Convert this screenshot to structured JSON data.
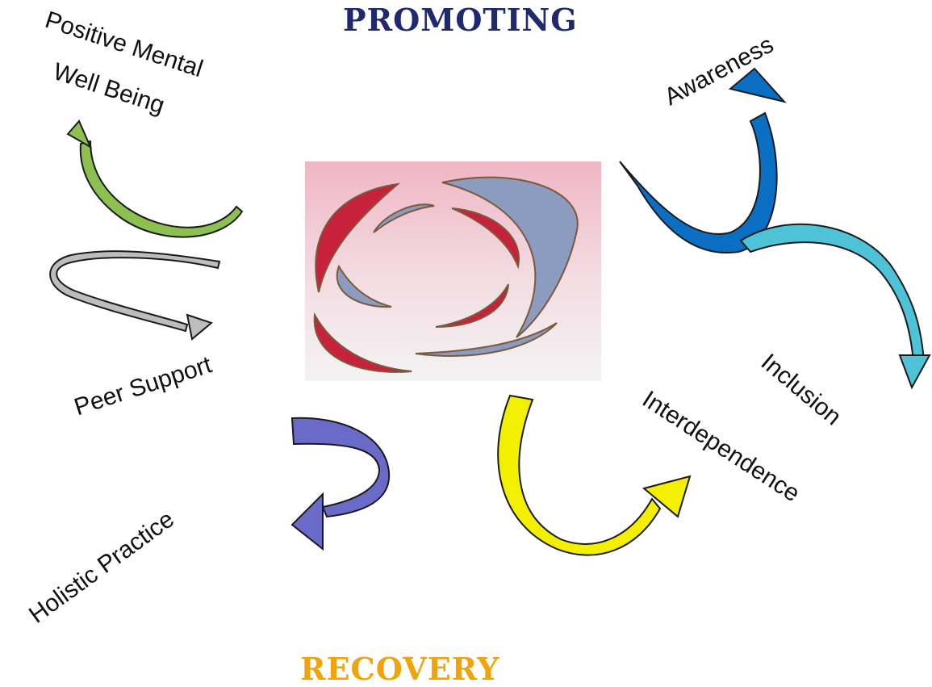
{
  "headings": {
    "top": "PROMOTING",
    "bottom": "RECOVERY"
  },
  "labels": {
    "positive_mental_1": "Positive Mental",
    "positive_mental_2": "Well Being",
    "awareness": "Awareness",
    "peer_support": "Peer Support",
    "inclusion": "Inclusion",
    "interdependence": "Interdependence",
    "holistic_practice": "Holistic Practice"
  },
  "colors": {
    "promoting": "#1f2a6e",
    "recovery": "#f0a30a",
    "green_arrow": "#8cc152",
    "grey_arrow": "#bdbdbd",
    "blue_arrow": "#0a6fc2",
    "teal_arrow": "#4ec3d8",
    "purple_arrow": "#6a6bc8",
    "yellow_arrow": "#f2ef00",
    "logo_red": "#c8213c",
    "logo_blue": "#8c9cc0"
  }
}
